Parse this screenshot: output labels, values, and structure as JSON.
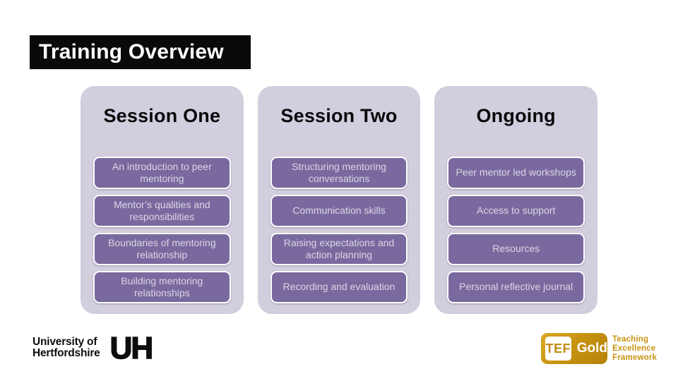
{
  "slide": {
    "title": "Training Overview"
  },
  "columns": [
    {
      "header": "Session One",
      "cards": [
        "An introduction to peer mentoring",
        "Mentor’s qualities and responsibilities",
        "Boundaries of mentoring relationship",
        "Building mentoring relationships"
      ]
    },
    {
      "header": "Session Two",
      "cards": [
        "Structuring mentoring conversations",
        "Communication skills",
        "Raising expectations and action planning",
        "Recording and evaluation"
      ]
    },
    {
      "header": "Ongoing",
      "cards": [
        "Peer mentor led workshops",
        "Access to support",
        "Resources",
        "Personal reflective journal"
      ]
    }
  ],
  "footer": {
    "university_logo": {
      "line1": "University of",
      "line2": "Hertfordshire",
      "monogram": "UH"
    },
    "tef_badge": {
      "abbr": "TEF",
      "level": "Gold",
      "line1": "Teaching",
      "line2": "Excellence",
      "line3": "Framework"
    }
  },
  "colors": {
    "title_bar_bg": "#0a0a0a",
    "title_text": "#ffffff",
    "column_bg": "#d2cede",
    "card_bg": "#7a699e",
    "card_border": "#ffffff",
    "card_text": "#dbd6e6",
    "header_text": "#0a0a0a",
    "tef_gold": "#c8930f",
    "logo_black": "#0d0d0d"
  }
}
